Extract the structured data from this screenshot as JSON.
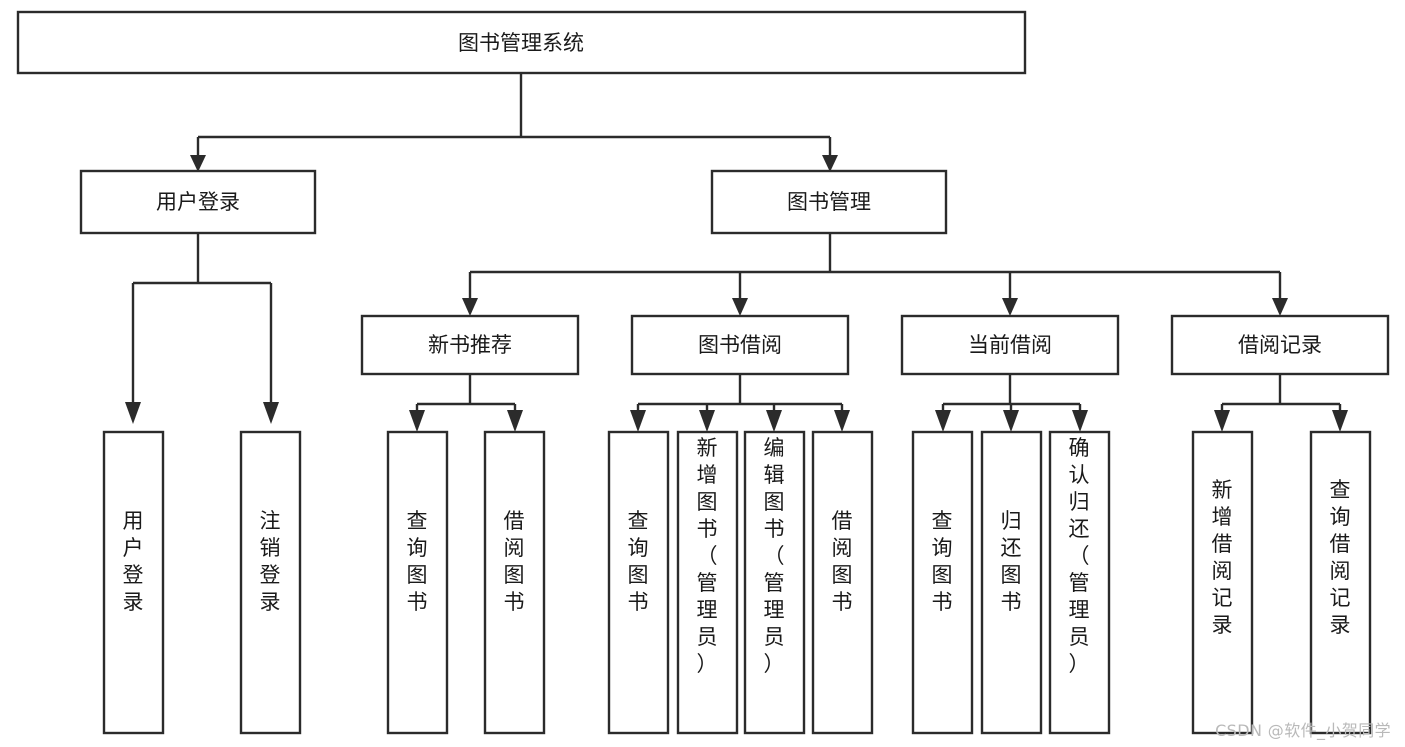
{
  "diagram": {
    "type": "tree-hierarchy",
    "orientation": "top-down",
    "watermark": "CSDN @软件_小贺同学",
    "colors": {
      "stroke": "#2b2b2b",
      "box_fill": "#ffffff",
      "text": "#1a1a1a",
      "background": "#ffffff",
      "watermark": "#b9b9b9"
    },
    "root": {
      "label": "图书管理系统"
    },
    "level2": [
      {
        "label": "用户登录"
      },
      {
        "label": "图书管理"
      }
    ],
    "level3": [
      {
        "label": "新书推荐"
      },
      {
        "label": "图书借阅"
      },
      {
        "label": "当前借阅"
      },
      {
        "label": "借阅记录"
      }
    ],
    "leaves": {
      "user_login": [
        {
          "label": "用户登录"
        },
        {
          "label": "注销登录"
        }
      ],
      "new_book_recommend": [
        {
          "label": "查询图书"
        },
        {
          "label": "借阅图书"
        }
      ],
      "book_borrow": [
        {
          "label": "查询图书"
        },
        {
          "label": "新增图书（管理员）"
        },
        {
          "label": "编辑图书（管理员）"
        },
        {
          "label": "借阅图书"
        }
      ],
      "current_borrow": [
        {
          "label": "查询图书"
        },
        {
          "label": "归还图书"
        },
        {
          "label": "确认归还（管理员）"
        }
      ],
      "borrow_record": [
        {
          "label": "新增借阅记录"
        },
        {
          "label": "查询借阅记录"
        }
      ]
    }
  }
}
